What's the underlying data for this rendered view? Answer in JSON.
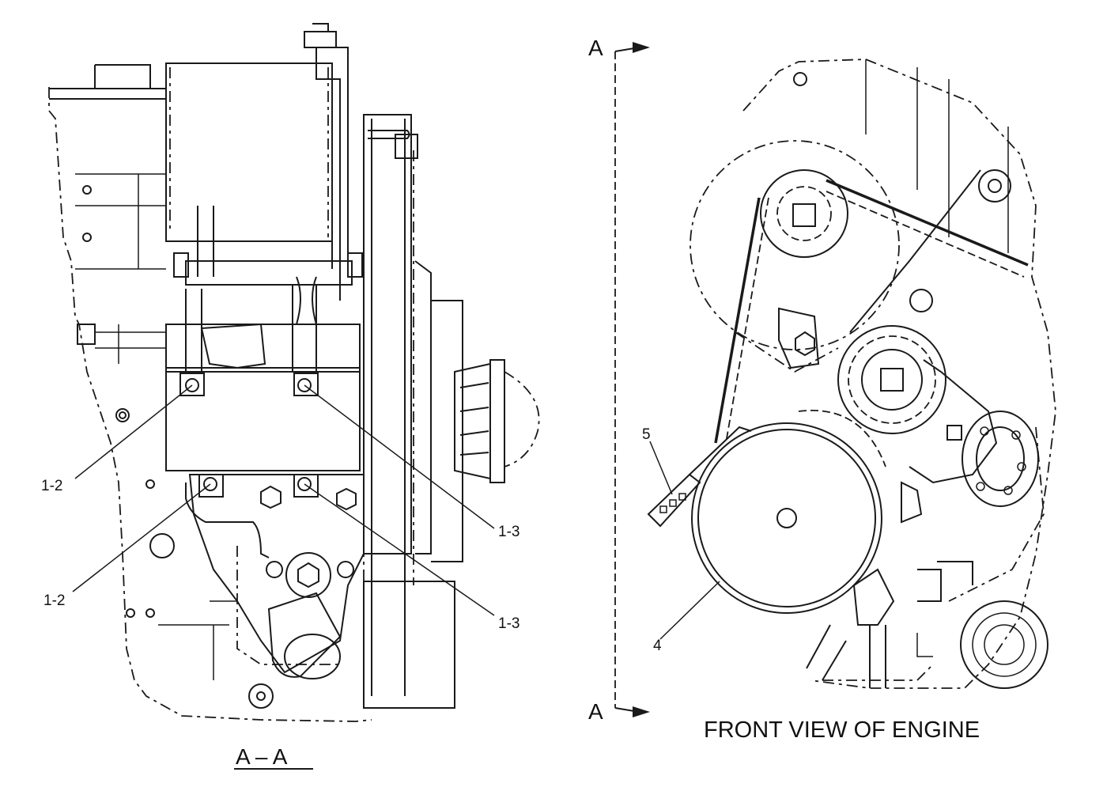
{
  "left_view": {
    "title": "A – A",
    "callouts": [
      {
        "text": "1-2"
      },
      {
        "text": "1-3"
      },
      {
        "text": "1-2"
      },
      {
        "text": "1-3"
      }
    ]
  },
  "right_view": {
    "title": "FRONT VIEW OF ENGINE",
    "section_marker_top": "A",
    "section_marker_bottom": "A",
    "callouts": [
      {
        "text": "5"
      },
      {
        "text": "4"
      }
    ]
  }
}
